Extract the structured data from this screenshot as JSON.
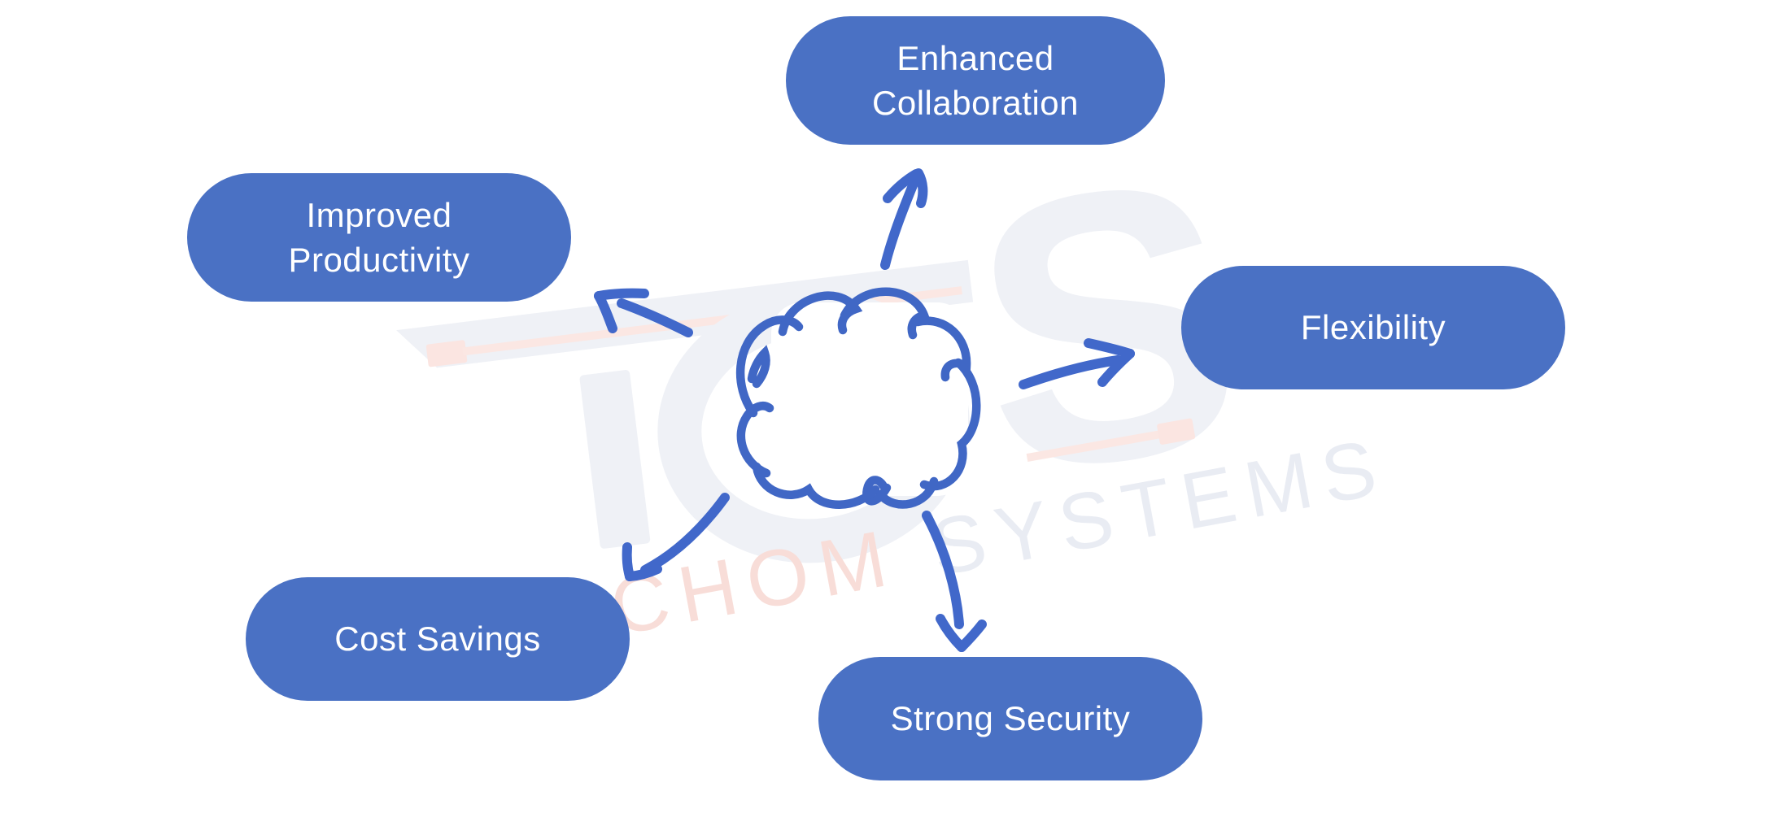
{
  "diagram": {
    "type": "hub-and-spoke",
    "center_icon": "cloud-doodle",
    "benefits": [
      {
        "label": "Enhanced Collaboration",
        "position": "top"
      },
      {
        "label": "Improved Productivity",
        "position": "upper-left"
      },
      {
        "label": "Flexibility",
        "position": "right"
      },
      {
        "label": "Cost Savings",
        "position": "lower-left"
      },
      {
        "label": "Strong Security",
        "position": "bottom"
      }
    ],
    "colors": {
      "pill_fill": "#4A71C4",
      "pill_text": "#FFFFFF",
      "stroke_blue": "#4168CA",
      "watermark_gray": "#EFF1F6",
      "watermark_pink": "#FBE5E1",
      "background": "#FFFFFF"
    }
  },
  "watermark": {
    "word1": "CHOM",
    "word2": "SYSTEMS"
  }
}
